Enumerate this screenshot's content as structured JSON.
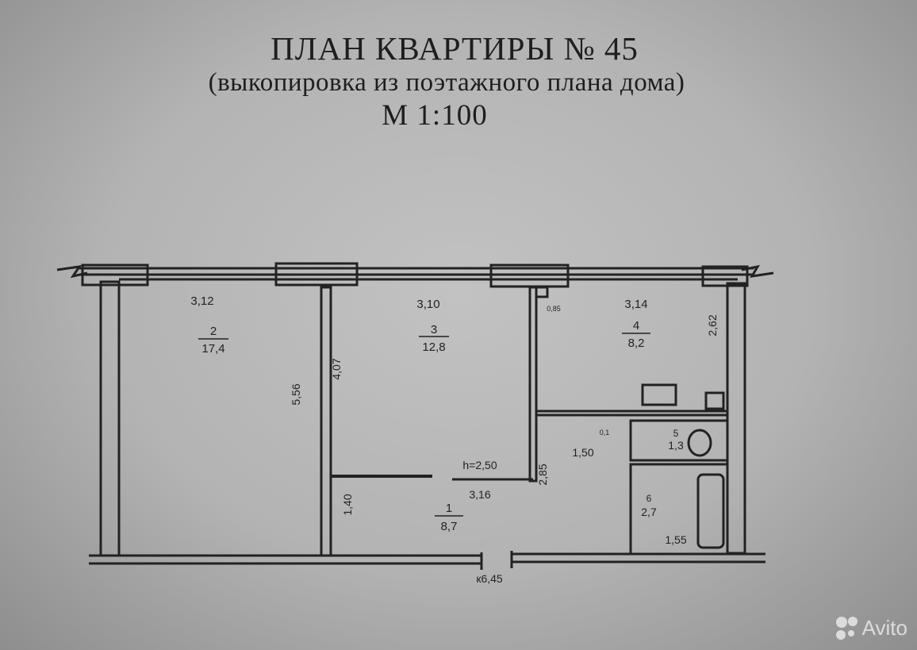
{
  "header": {
    "title": "ПЛАН КВАРТИРЫ № 45",
    "subtitle": "(выкопировка из поэтажного плана дома)",
    "scale": "М 1:100"
  },
  "rooms": [
    {
      "number": "1",
      "area": "8,7"
    },
    {
      "number": "2",
      "area": "17,4"
    },
    {
      "number": "3",
      "area": "12,8"
    },
    {
      "number": "4",
      "area": "8,2"
    },
    {
      "number": "5",
      "area": "1,3"
    },
    {
      "number": "6",
      "area": "2,7"
    }
  ],
  "dimensions": {
    "room2_width": "3,12",
    "room3_width": "3,10",
    "room4_width": "3,14",
    "room2_depth": "5,56",
    "room3_depth": "4,07",
    "room4_depth": "2,62",
    "corridor_width": "3,16",
    "corridor_height_mark": "h=2,50",
    "corridor_depth": "2,85",
    "hall_width": "1,50",
    "bath_width": "1,55",
    "hall_small": "1,40",
    "corner_small": "0,85",
    "wc_small": "0,1",
    "floor_mark": "к6,45"
  },
  "watermark": "Avito"
}
